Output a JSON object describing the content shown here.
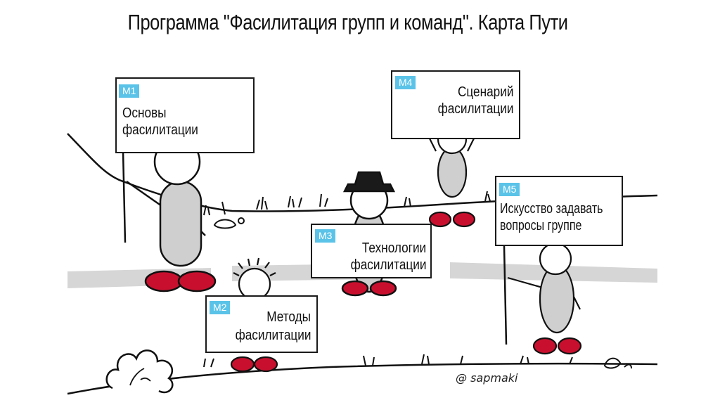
{
  "title": "Программа \"Фасилитация групп и команд\". Карта Пути",
  "badge_color": "#5bc3e8",
  "shoe_color": "#c8102e",
  "modules": [
    {
      "id": "M1",
      "lines": [
        "Основы",
        "фасилитации"
      ]
    },
    {
      "id": "M2",
      "lines": [
        "Методы",
        "фасилитации"
      ]
    },
    {
      "id": "M3",
      "lines": [
        "Технологии",
        "фасилитации"
      ]
    },
    {
      "id": "M4",
      "lines": [
        "Сценарий",
        "фасилитации"
      ]
    },
    {
      "id": "M5",
      "lines": [
        "Искусство  задавать",
        "вопросы группе"
      ]
    }
  ],
  "credit": "@ sapmaki"
}
